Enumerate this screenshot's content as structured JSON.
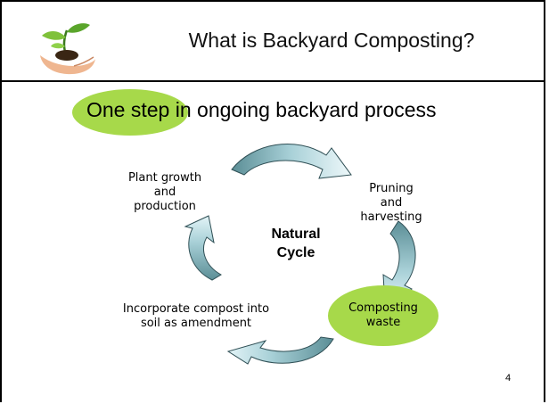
{
  "slide": {
    "title": "What is Backyard Composting?",
    "subtitle_highlight": "One step",
    "subtitle_rest": " in ongoing backyard process",
    "page_number": "4"
  },
  "cycle": {
    "center_line1": "Natural",
    "center_line2": "Cycle",
    "plant_growth_line1": "Plant growth",
    "plant_growth_line2": "and",
    "plant_growth_line3": "production",
    "pruning_line1": "Pruning",
    "pruning_line2": "and",
    "pruning_line3": "harvesting",
    "composting_line1": "Composting",
    "composting_line2": "waste",
    "incorporate_line1": "Incorporate compost into",
    "incorporate_line2": "soil as amendment"
  },
  "colors": {
    "highlight_green": "#a7d94a",
    "arrow_light": "#e3f4f7",
    "arrow_dark": "#5b8e96"
  }
}
